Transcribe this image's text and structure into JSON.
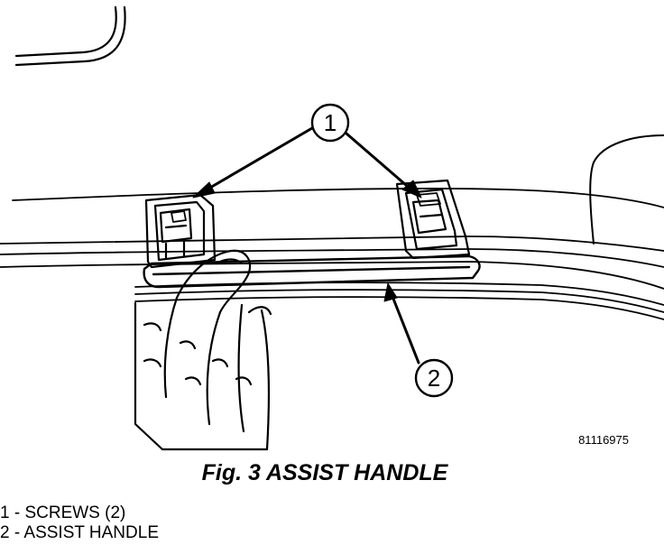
{
  "figure": {
    "figure_id": "81116975",
    "caption": "Fig. 3 ASSIST HANDLE",
    "callouts": [
      {
        "number": "1"
      },
      {
        "number": "2"
      }
    ]
  },
  "legend": {
    "items": [
      {
        "text": "1 - SCREWS (2)"
      },
      {
        "text": "2 - ASSIST HANDLE"
      }
    ]
  }
}
